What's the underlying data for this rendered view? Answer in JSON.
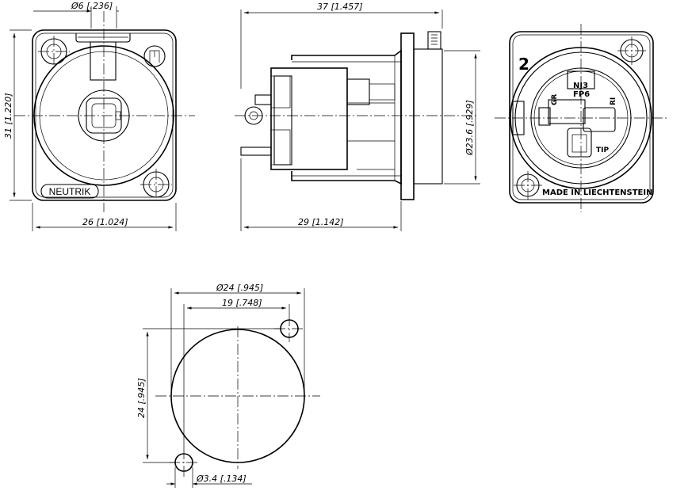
{
  "dimensions": {
    "front_jack_diameter": "Ø6  [.236]",
    "front_height": "31  [1.220]",
    "front_width": "26  [1.024]",
    "side_total_length": "37  [1.457]",
    "side_body_diameter": "Ø23.6  [.929]",
    "side_depth": "29  [1.142]",
    "cutout_diameter": "Ø24  [.945]",
    "cutout_hole_spacing_h": "19  [.748]",
    "cutout_height": "24  [.945]",
    "cutout_hole_diameter": "Ø3.4  [.134]"
  },
  "labels": {
    "brand": "NEUTRIK",
    "pin_number": "2",
    "model_1": "NJ3",
    "model_2": "FP6",
    "pin_gr": "GR",
    "pin_ri": "RI",
    "pin_tip": "TIP",
    "origin": "MADE IN LIECHTENSTEIN"
  }
}
